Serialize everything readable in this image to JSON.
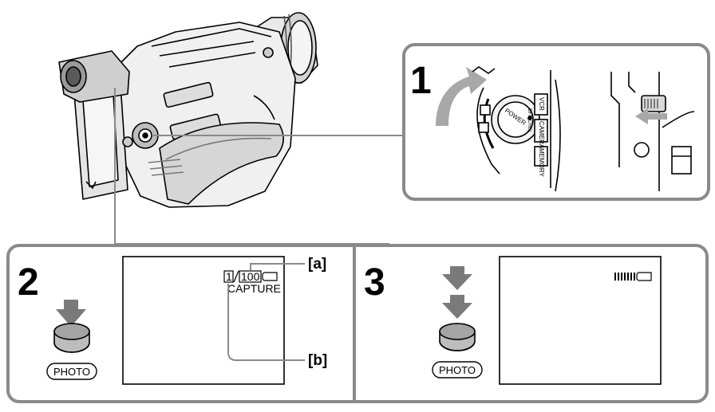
{
  "steps": [
    {
      "number": "1"
    },
    {
      "number": "2"
    },
    {
      "number": "3"
    }
  ],
  "step2": {
    "lcd_frame_counter": "1",
    "lcd_total": "100",
    "lcd_status": "CAPTURE",
    "callout_a": "[a]",
    "callout_b": "[b]",
    "button_label": "PHOTO"
  },
  "step3": {
    "button_label": "PHOTO"
  },
  "dial": {
    "power": "POWER",
    "vcr": "VCR",
    "off_chg": "OFF(CHG)",
    "camera": "CAMERA",
    "memory": "MEMORY"
  },
  "colors": {
    "panel_stroke": "#8a8a8a",
    "line": "#000000"
  }
}
